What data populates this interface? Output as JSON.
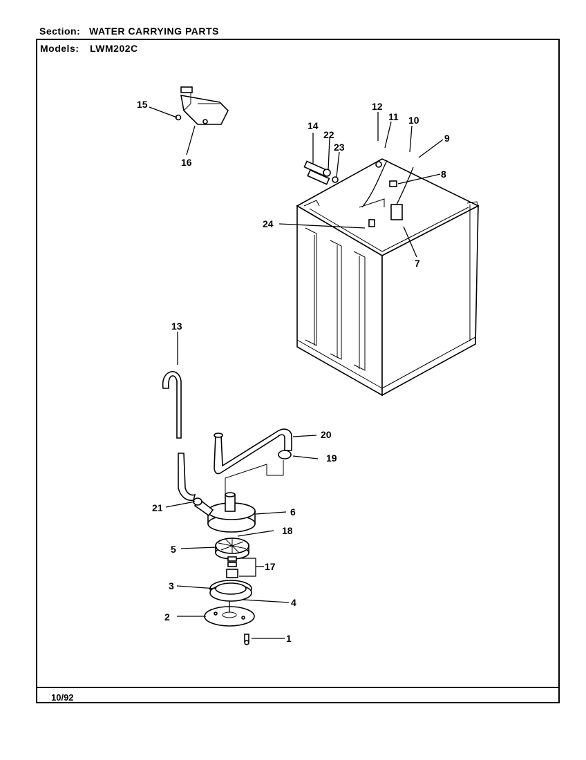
{
  "header": {
    "section_label": "Section:",
    "section_value": "WATER CARRYING PARTS",
    "models_label": "Models:",
    "models_value": "LWM202C"
  },
  "footer": {
    "date_code": "10/92"
  },
  "callouts": [
    "1",
    "2",
    "3",
    "4",
    "5",
    "6",
    "7",
    "8",
    "9",
    "10",
    "11",
    "12",
    "13",
    "14",
    "15",
    "16",
    "17",
    "18",
    "19",
    "20",
    "21",
    "22",
    "23",
    "24"
  ]
}
